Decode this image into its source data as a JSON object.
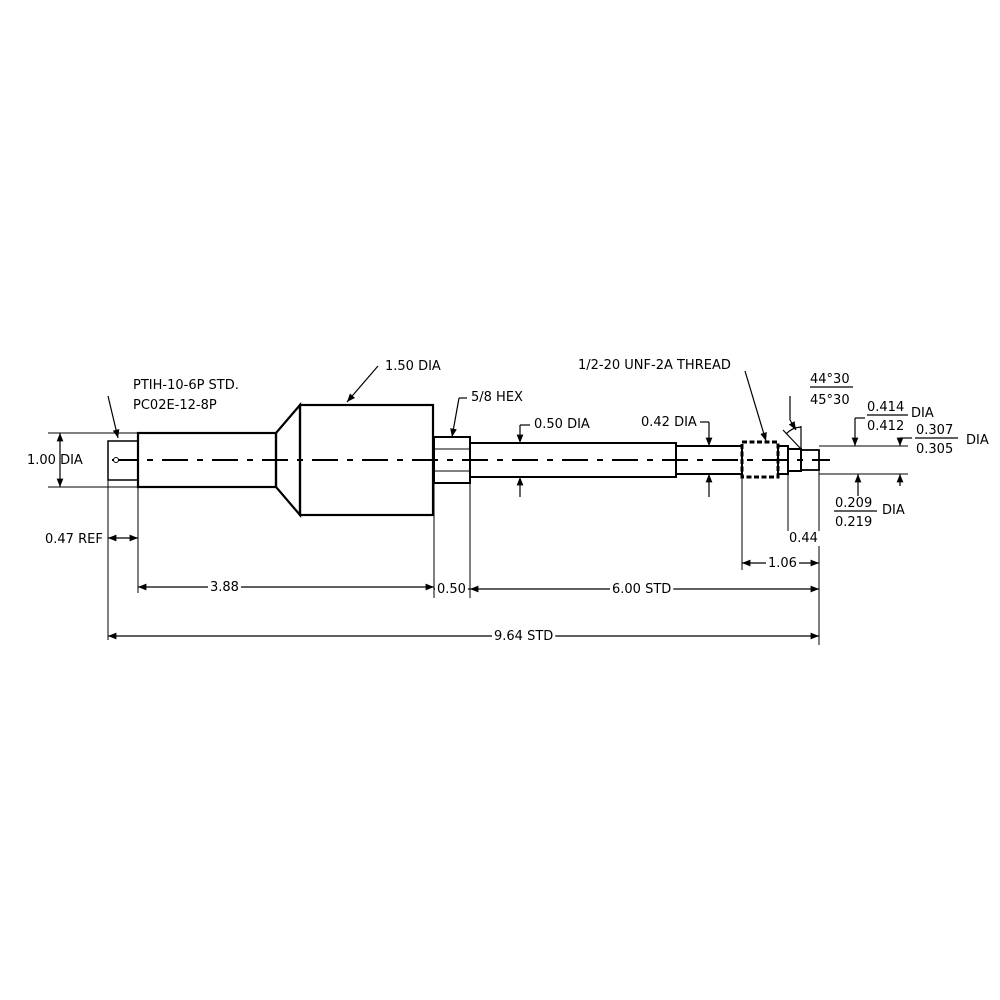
{
  "labels": {
    "connector_line1": "PTIH-10-6P STD.",
    "connector_line2": "PC02E-12-8P",
    "body_dia": "1.50 DIA",
    "hex": "5/8 HEX",
    "left_dia": "1.00 DIA",
    "shaft_dia": "0.50 DIA",
    "reduced_dia": "0.42 DIA",
    "thread": "1/2-20 UNF-2A THREAD",
    "angle_top": "44°30",
    "angle_bottom": "45°30",
    "dia_414": "0.414",
    "dia_412": "0.412",
    "dia_suffix_1": "DIA",
    "dia_307": "0.307",
    "dia_305": "0.305",
    "dia_suffix_2": "DIA",
    "dia_209": "0.209",
    "dia_219": "0.219",
    "dia_suffix_3": "DIA",
    "ref_047": "0.47 REF",
    "len_044": "0.44",
    "len_106": "1.06",
    "len_388": "3.88",
    "len_050": "0.50",
    "len_600": "6.00 STD",
    "len_964": "9.64 STD"
  }
}
